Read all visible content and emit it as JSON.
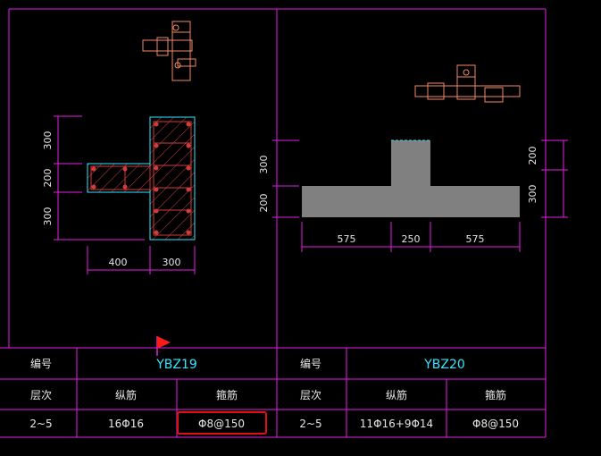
{
  "dims": {
    "left": {
      "v": [
        "300",
        "200",
        "300"
      ],
      "h": [
        "400",
        "300"
      ]
    },
    "right": {
      "v_left": [
        "300",
        "200"
      ],
      "v_right": [
        "200",
        "300"
      ],
      "h": [
        "575",
        "250",
        "575"
      ]
    }
  },
  "table": {
    "left": {
      "id_label": "编号",
      "id_value": "YBZ19",
      "floor_label": "层次",
      "long_label": "纵筋",
      "stirrup_label": "箍筋",
      "floor_value": "2~5",
      "long_value": "16Φ16",
      "stirrup_value": "Φ8@150"
    },
    "right": {
      "id_label": "编号",
      "id_value": "YBZ20",
      "floor_label": "层次",
      "long_label": "纵筋",
      "stirrup_label": "箍筋",
      "floor_value": "2~5",
      "long_value": "11Φ16+9Φ14",
      "stirrup_value": "Φ8@150"
    }
  },
  "colors": {
    "frame": "#e61ee6",
    "accent": "#33e6ff",
    "rebar": "#f08a6a",
    "hatch": "#d23c3c",
    "fill": "#808080",
    "highlight": "#e01010",
    "flag": "#ff1a1a"
  }
}
